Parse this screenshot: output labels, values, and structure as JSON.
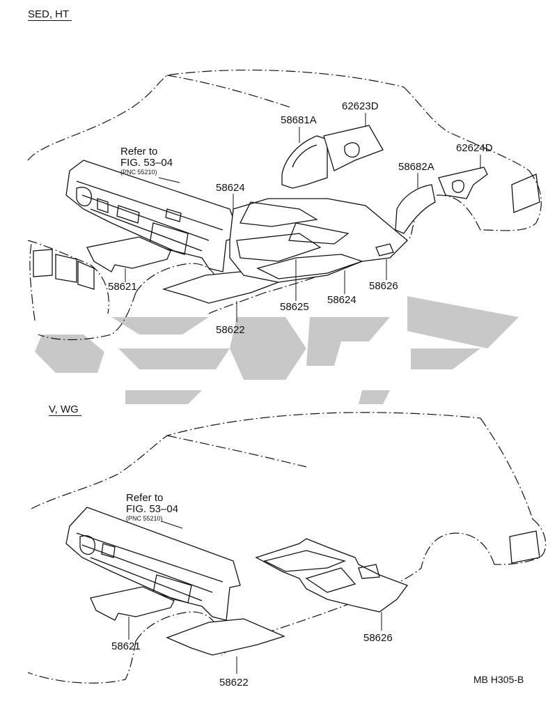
{
  "sections": {
    "sedan": "SED, HT",
    "wagon": "V, WG"
  },
  "refs": {
    "sedan": {
      "line1": "Refer to",
      "line2": "FIG. 53–04",
      "line3": "(PNC 55210)"
    },
    "wagon": {
      "line1": "Refer to",
      "line2": "FIG. 53–04",
      "line3": "(PNC 55210)"
    }
  },
  "parts": {
    "p58681A": "58681A",
    "p62623D": "62623D",
    "p62624D": "62624D",
    "p58682A": "58682A",
    "p58624_top": "58624",
    "p58621_top": "58621",
    "p58625": "58625",
    "p58624_bot": "58624",
    "p58626_top": "58626",
    "p58622_top": "58622",
    "p58621_bot": "58621",
    "p58626_bot": "58626",
    "p58622_bot": "58622"
  },
  "diagram_code": "MB H305-B"
}
